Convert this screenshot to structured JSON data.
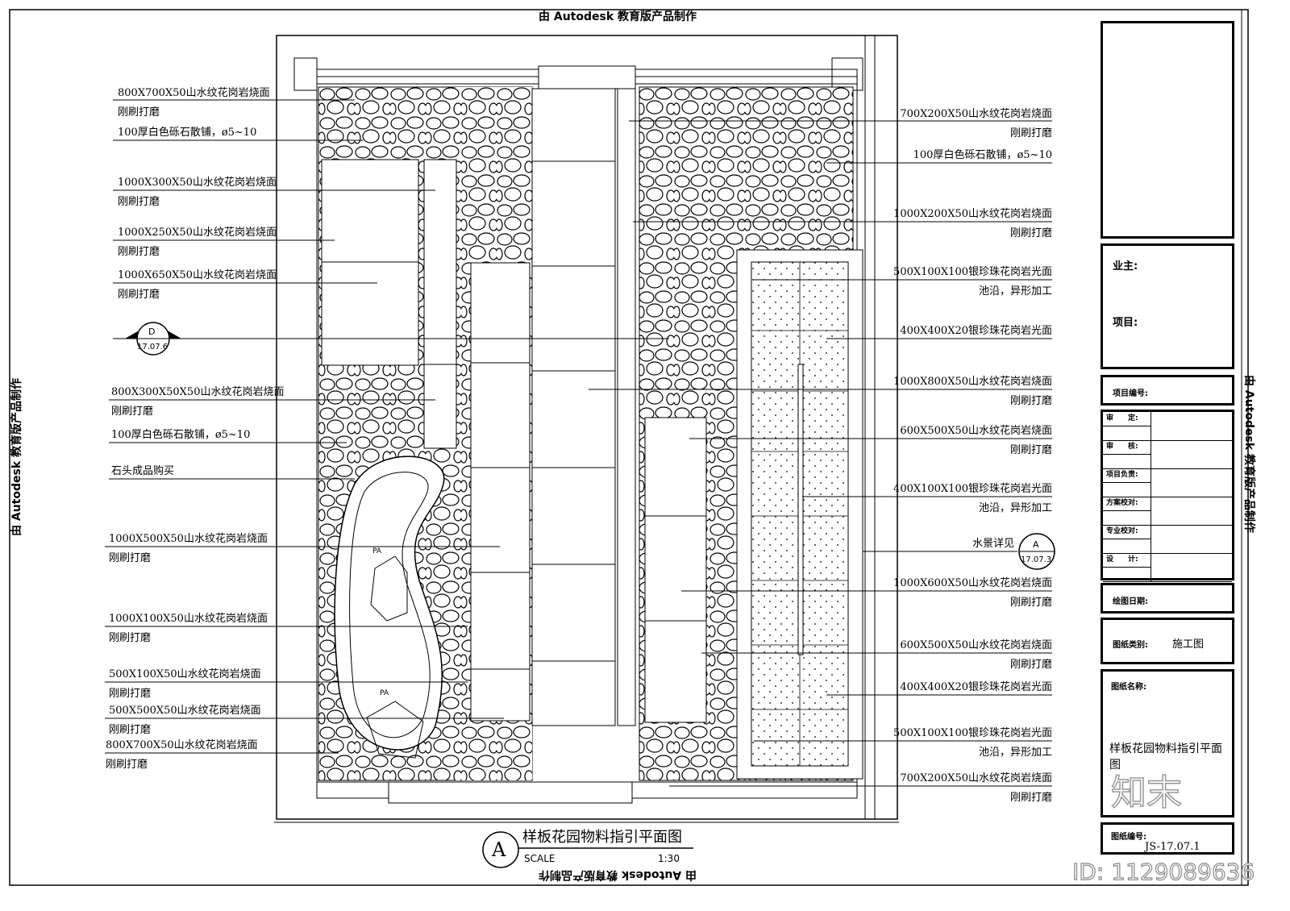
{
  "watermark": "由 Autodesk 教育版产品制作",
  "left_labels": [
    {
      "l1": "800X700X50山水纹花岗岩烧面",
      "l2": "刚刷打磨"
    },
    {
      "l1": "100厚白色砾石散铺，ø5~10",
      "l2": ""
    },
    {
      "l1": "1000X300X50山水纹花岗岩烧面",
      "l2": "刚刷打磨"
    },
    {
      "l1": "1000X250X50山水纹花岗岩烧面",
      "l2": "刚刷打磨"
    },
    {
      "l1": "1000X650X50山水纹花岗岩烧面",
      "l2": "刚刷打磨"
    },
    {
      "l1": "800X300X50X50山水纹花岗岩烧面",
      "l2": "刚刷打磨"
    },
    {
      "l1": "100厚白色砾石散铺，ø5~10",
      "l2": ""
    },
    {
      "l1": "石头成品购买",
      "l2": ""
    },
    {
      "l1": "1000X500X50山水纹花岗岩烧面",
      "l2": "刚刷打磨"
    },
    {
      "l1": "1000X100X50山水纹花岗岩烧面",
      "l2": "刚刷打磨"
    },
    {
      "l1": "500X100X50山水纹花岗岩烧面",
      "l2": "刚刷打磨"
    },
    {
      "l1": "500X500X50山水纹花岗岩烧面",
      "l2": "刚刷打磨"
    },
    {
      "l1": "800X700X50山水纹花岗岩烧面",
      "l2": "刚刷打磨"
    }
  ],
  "right_labels": [
    {
      "l1": "700X200X50山水纹花岗岩烧面",
      "l2": "刚刷打磨"
    },
    {
      "l1": "100厚白色砾石散铺，ø5~10",
      "l2": ""
    },
    {
      "l1": "1000X200X50山水纹花岗岩烧面",
      "l2": "刚刷打磨"
    },
    {
      "l1": "500X100X100银珍珠花岗岩光面",
      "l2": "池沿，异形加工"
    },
    {
      "l1": "400X400X20银珍珠花岗岩光面",
      "l2": ""
    },
    {
      "l1": "1000X800X50山水纹花岗岩烧面",
      "l2": "刚刷打磨"
    },
    {
      "l1": "600X500X50山水纹花岗岩烧面",
      "l2": "刚刷打磨"
    },
    {
      "l1": "400X100X100银珍珠花岗岩光面",
      "l2": "池沿，异形加工"
    },
    {
      "l1": "水景详见",
      "l2": ""
    },
    {
      "l1": "1000X600X50山水纹花岗岩烧面",
      "l2": "刚刷打磨"
    },
    {
      "l1": "600X500X50山水纹花岗岩烧面",
      "l2": "刚刷打磨"
    },
    {
      "l1": "400X400X20银珍珠花岗岩光面",
      "l2": ""
    },
    {
      "l1": "500X100X100银珍珠花岗岩光面",
      "l2": "池沿，异形加工"
    },
    {
      "l1": "700X200X50山水纹花岗岩烧面",
      "l2": "刚刷打磨"
    }
  ],
  "markers": {
    "d": {
      "letter": "D",
      "ref": "17.07.6"
    },
    "a": {
      "letter": "A",
      "ref": "17.07.3"
    },
    "pa1": "PA",
    "pa2": "PA"
  },
  "title": {
    "letter": "A",
    "name": "样板花园物料指引平面图",
    "scale_label": "SCALE",
    "scale": "1:30"
  },
  "title_block": {
    "owner": "业主:",
    "project": "项目:",
    "project_no": "项目编号:",
    "roles": [
      "审　　定:",
      "审　　核:",
      "项目负责:",
      "方案校对:",
      "专业校对:",
      "设　　计:"
    ],
    "date": "绘图日期:",
    "category_label": "图纸类别:",
    "category": "施工图",
    "name_label": "图纸名称:",
    "name": "样板花园物料指引平面图",
    "number_label": "图纸编号:",
    "number": "JS-17.07.1"
  },
  "brand": {
    "logo": "知末",
    "id": "ID: 1129089636"
  }
}
